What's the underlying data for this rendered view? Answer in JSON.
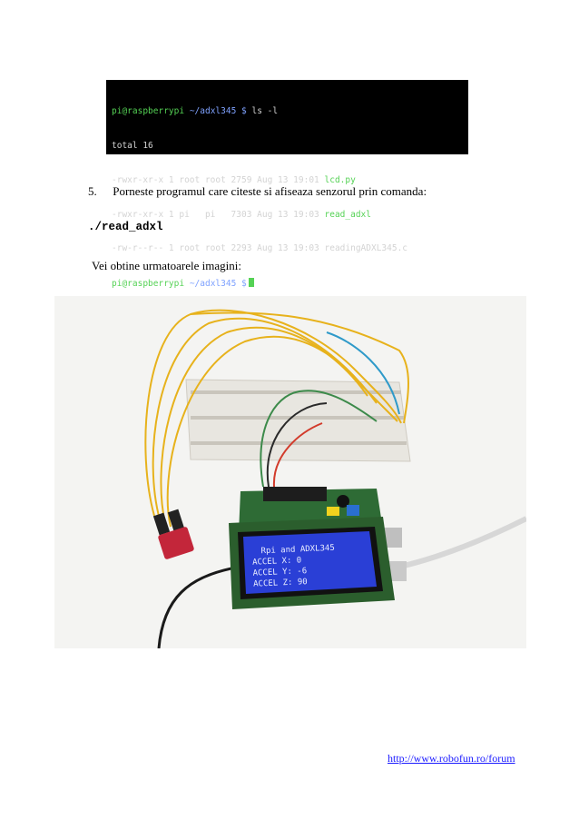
{
  "terminal": {
    "lines": {
      "l1": {
        "prompt_user": "pi@raspberrypi",
        "prompt_path": "~/adxl345 $",
        "command": "ls -l"
      },
      "l2": "total 16",
      "l3": {
        "meta": "-rwxr-xr-x 1 root root 2759 Aug 13 19:01 ",
        "name": "lcd.py"
      },
      "l4": {
        "meta": "-rwxr-xr-x 1 pi   pi   7303 Aug 13 19:03 ",
        "name": "read_adxl"
      },
      "l5": {
        "meta": "-rw-r--r-- 1 root root 2293 Aug 13 19:03 ",
        "name": "readingADXL345.c"
      },
      "l6": {
        "prompt_user": "pi@raspberrypi",
        "prompt_path": "~/adxl345 $"
      }
    }
  },
  "step": {
    "number": "5.",
    "text": "Porneste programul care citeste si afiseaza senzorul prin comanda:"
  },
  "command": "./read_adxl",
  "paragraph": "Vei obtine urmatoarele imagini:",
  "lcd": {
    "line1": "Rpi and ADXL345",
    "line2": "ACCEL X: 0",
    "line3": "ACCEL Y: -6",
    "line4": "ACCEL Z: 90"
  },
  "footer_link": "http://www.robofun.ro/forum",
  "colors": {
    "terminal_bg": "#000000",
    "prompt_green": "#55d255",
    "path_blue": "#7fa2ff",
    "lcd_blue": "#2a3fd6",
    "link": "#1a1aff"
  }
}
